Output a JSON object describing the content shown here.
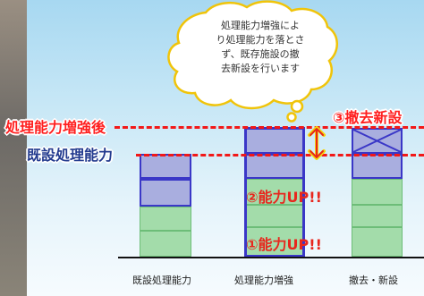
{
  "levels": {
    "upgraded_label": "処理能力増強後",
    "existing_label": "既設処理能力"
  },
  "bubble": {
    "lines": [
      "処理能力増強によ",
      "り処理能力を落とさ",
      "ず、既存施設の撤",
      "去新設を行います"
    ]
  },
  "annotations": {
    "step3": "③撤去新設",
    "step2": "②能力UP!!",
    "step1": "①能力UP!!"
  },
  "categories": [
    "既設処理能力",
    "処理能力増強",
    "撤去・新設"
  ],
  "colors": {
    "dashed_line": "#f21818",
    "label_red": "#ff1f1f",
    "label_navy": "#233b8f",
    "blue_block": "#a9aedf",
    "green_block": "#a3dcaa",
    "block_border": "#3a37c7",
    "arrow_yellow": "#f4d50b"
  },
  "icons": {
    "cloud": "thought-bubble-icon",
    "double_arrow": "double-arrow-icon",
    "cross": "demolish-cross-icon"
  }
}
